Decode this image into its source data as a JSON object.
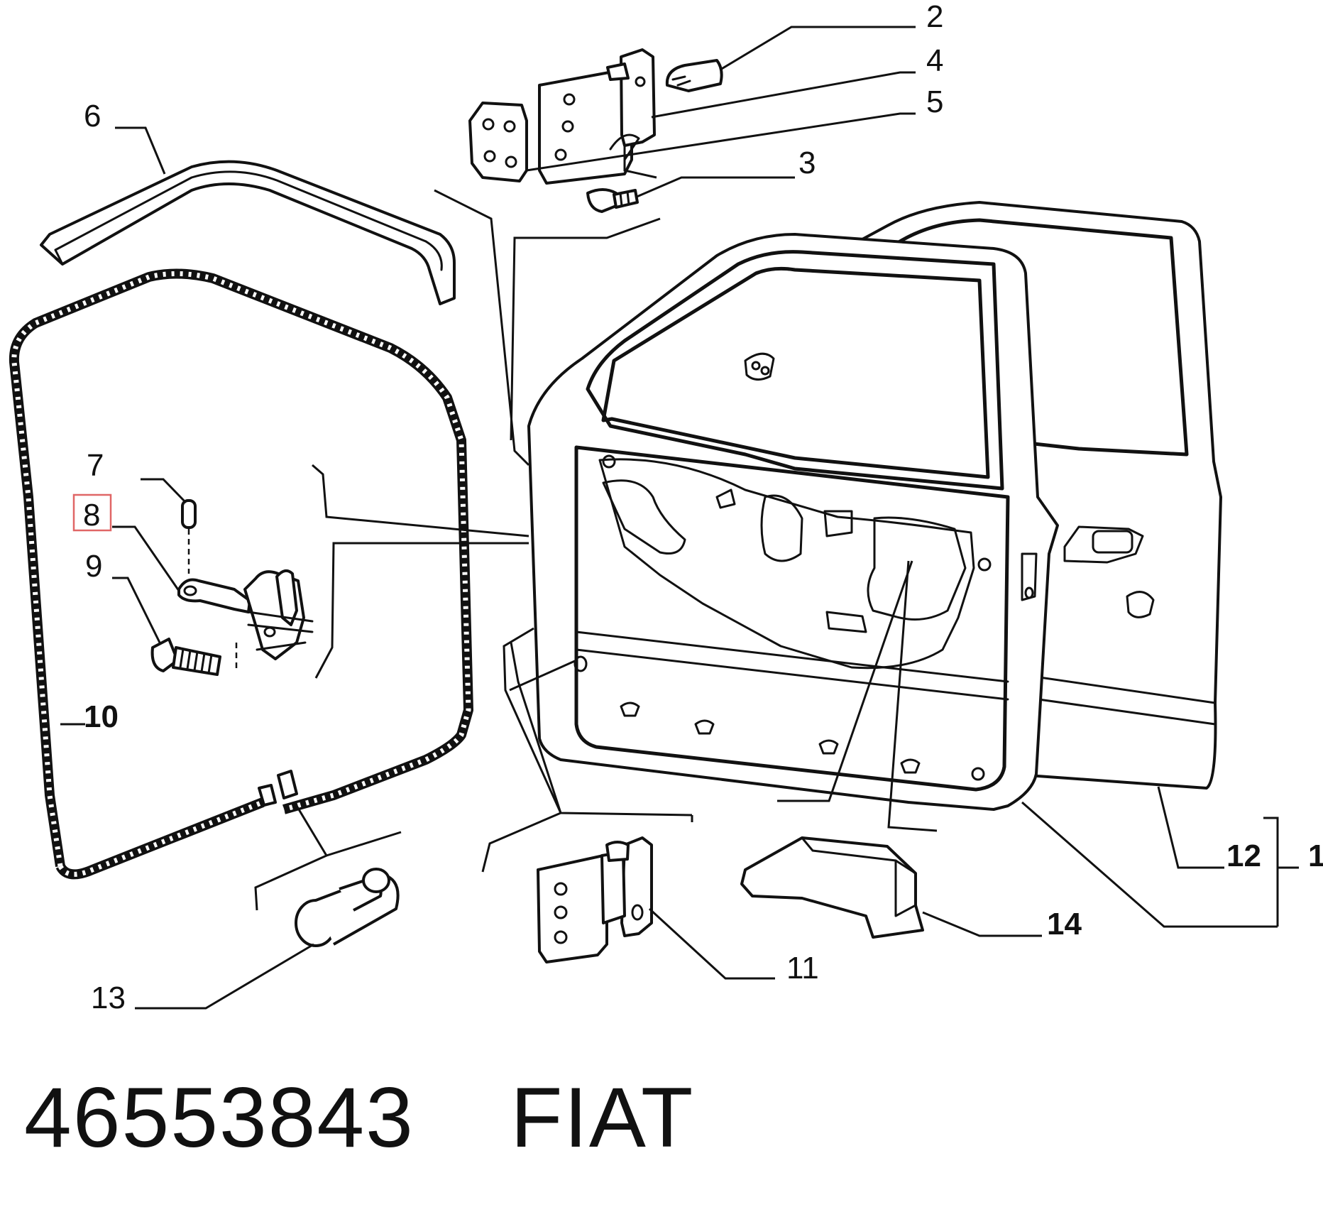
{
  "callouts": {
    "c1": "1",
    "c2": "2",
    "c3": "3",
    "c4": "4",
    "c5": "5",
    "c6": "6",
    "c7": "7",
    "c8": "8",
    "c9": "9",
    "c10": "10",
    "c11": "11",
    "c12": "12",
    "c13": "13",
    "c14": "14"
  },
  "highlighted_callout": "8",
  "highlight_color": "#e06666",
  "footer": {
    "part_number": "46553843",
    "brand": "FIAT"
  }
}
